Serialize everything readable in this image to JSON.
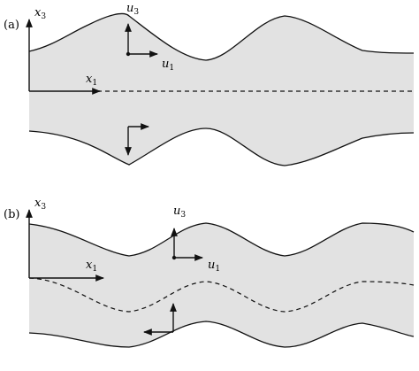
{
  "panel_a": {
    "tag": "(a)",
    "axis_vertical": "x",
    "axis_vertical_sub": "3",
    "axis_horizontal": "x",
    "axis_horizontal_sub": "1",
    "disp_vertical": "u",
    "disp_vertical_sub": "3",
    "disp_horizontal": "u",
    "disp_horizontal_sub": "1"
  },
  "panel_b": {
    "tag": "(b)",
    "axis_vertical": "x",
    "axis_vertical_sub": "3",
    "axis_horizontal": "x",
    "axis_horizontal_sub": "1",
    "disp_vertical": "u",
    "disp_vertical_sub": "3",
    "disp_horizontal": "u",
    "disp_horizontal_sub": "1"
  },
  "colors": {
    "band_fill": "#e2e2e2",
    "line": "#111111"
  }
}
